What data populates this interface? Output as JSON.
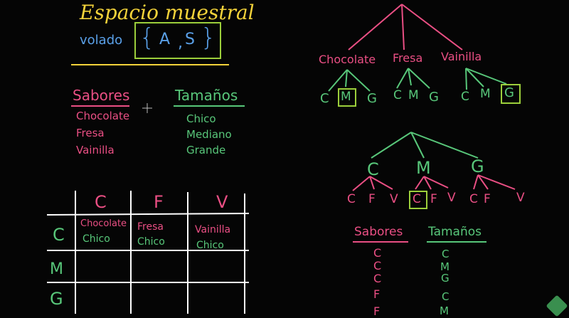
{
  "title": "Espacio muestral",
  "volado": {
    "label": "volado",
    "brace_open": "{",
    "a": "A",
    "comma": ",",
    "s": "S",
    "brace_close": "}"
  },
  "sabores_header": "Sabores",
  "tamanos_header": "Tamaños",
  "sabores": [
    "Chocolate",
    "Fresa",
    "Vainilla"
  ],
  "tamanos": [
    "Chico",
    "Mediano",
    "Grande"
  ],
  "grid": {
    "col_headers": [
      "C",
      "F",
      "V"
    ],
    "row_headers": [
      "C",
      "M",
      "G"
    ],
    "cells": [
      {
        "flavor": "Chocolate",
        "size": "Chico"
      },
      {
        "flavor": "Fresa",
        "size": "Chico"
      },
      {
        "flavor": "Vainilla",
        "size": "Chico"
      }
    ]
  },
  "tree1": {
    "top": [
      "Chocolate",
      "Fresa",
      "Vainilla"
    ],
    "leaves": [
      [
        "C",
        "M",
        "G"
      ],
      [
        "C",
        "M",
        "G"
      ],
      [
        "C",
        "M",
        "G"
      ]
    ]
  },
  "tree2": {
    "top": [
      "C",
      "M",
      "G"
    ],
    "leaves": [
      [
        "C",
        "F",
        "V"
      ],
      [
        "C",
        "F",
        "V"
      ],
      [
        "C",
        "F",
        "V"
      ]
    ]
  },
  "list_bottom": {
    "sabores_header": "Sabores",
    "tamanos_header": "Tamaños",
    "sabores": [
      "C",
      "C",
      "C",
      "F",
      "F"
    ],
    "tamanos": [
      "C",
      "M",
      "G",
      "C",
      "M"
    ]
  },
  "colors": {
    "background": "#050505",
    "title": "#f4d33a",
    "volado": "#5aa0e8",
    "pink": "#ea4f84",
    "green": "#58c77a",
    "highlight_box": "#9ccf3b"
  },
  "icons": {
    "cursor": "crosshair-icon",
    "logo": "khan-academy-logo-icon"
  }
}
